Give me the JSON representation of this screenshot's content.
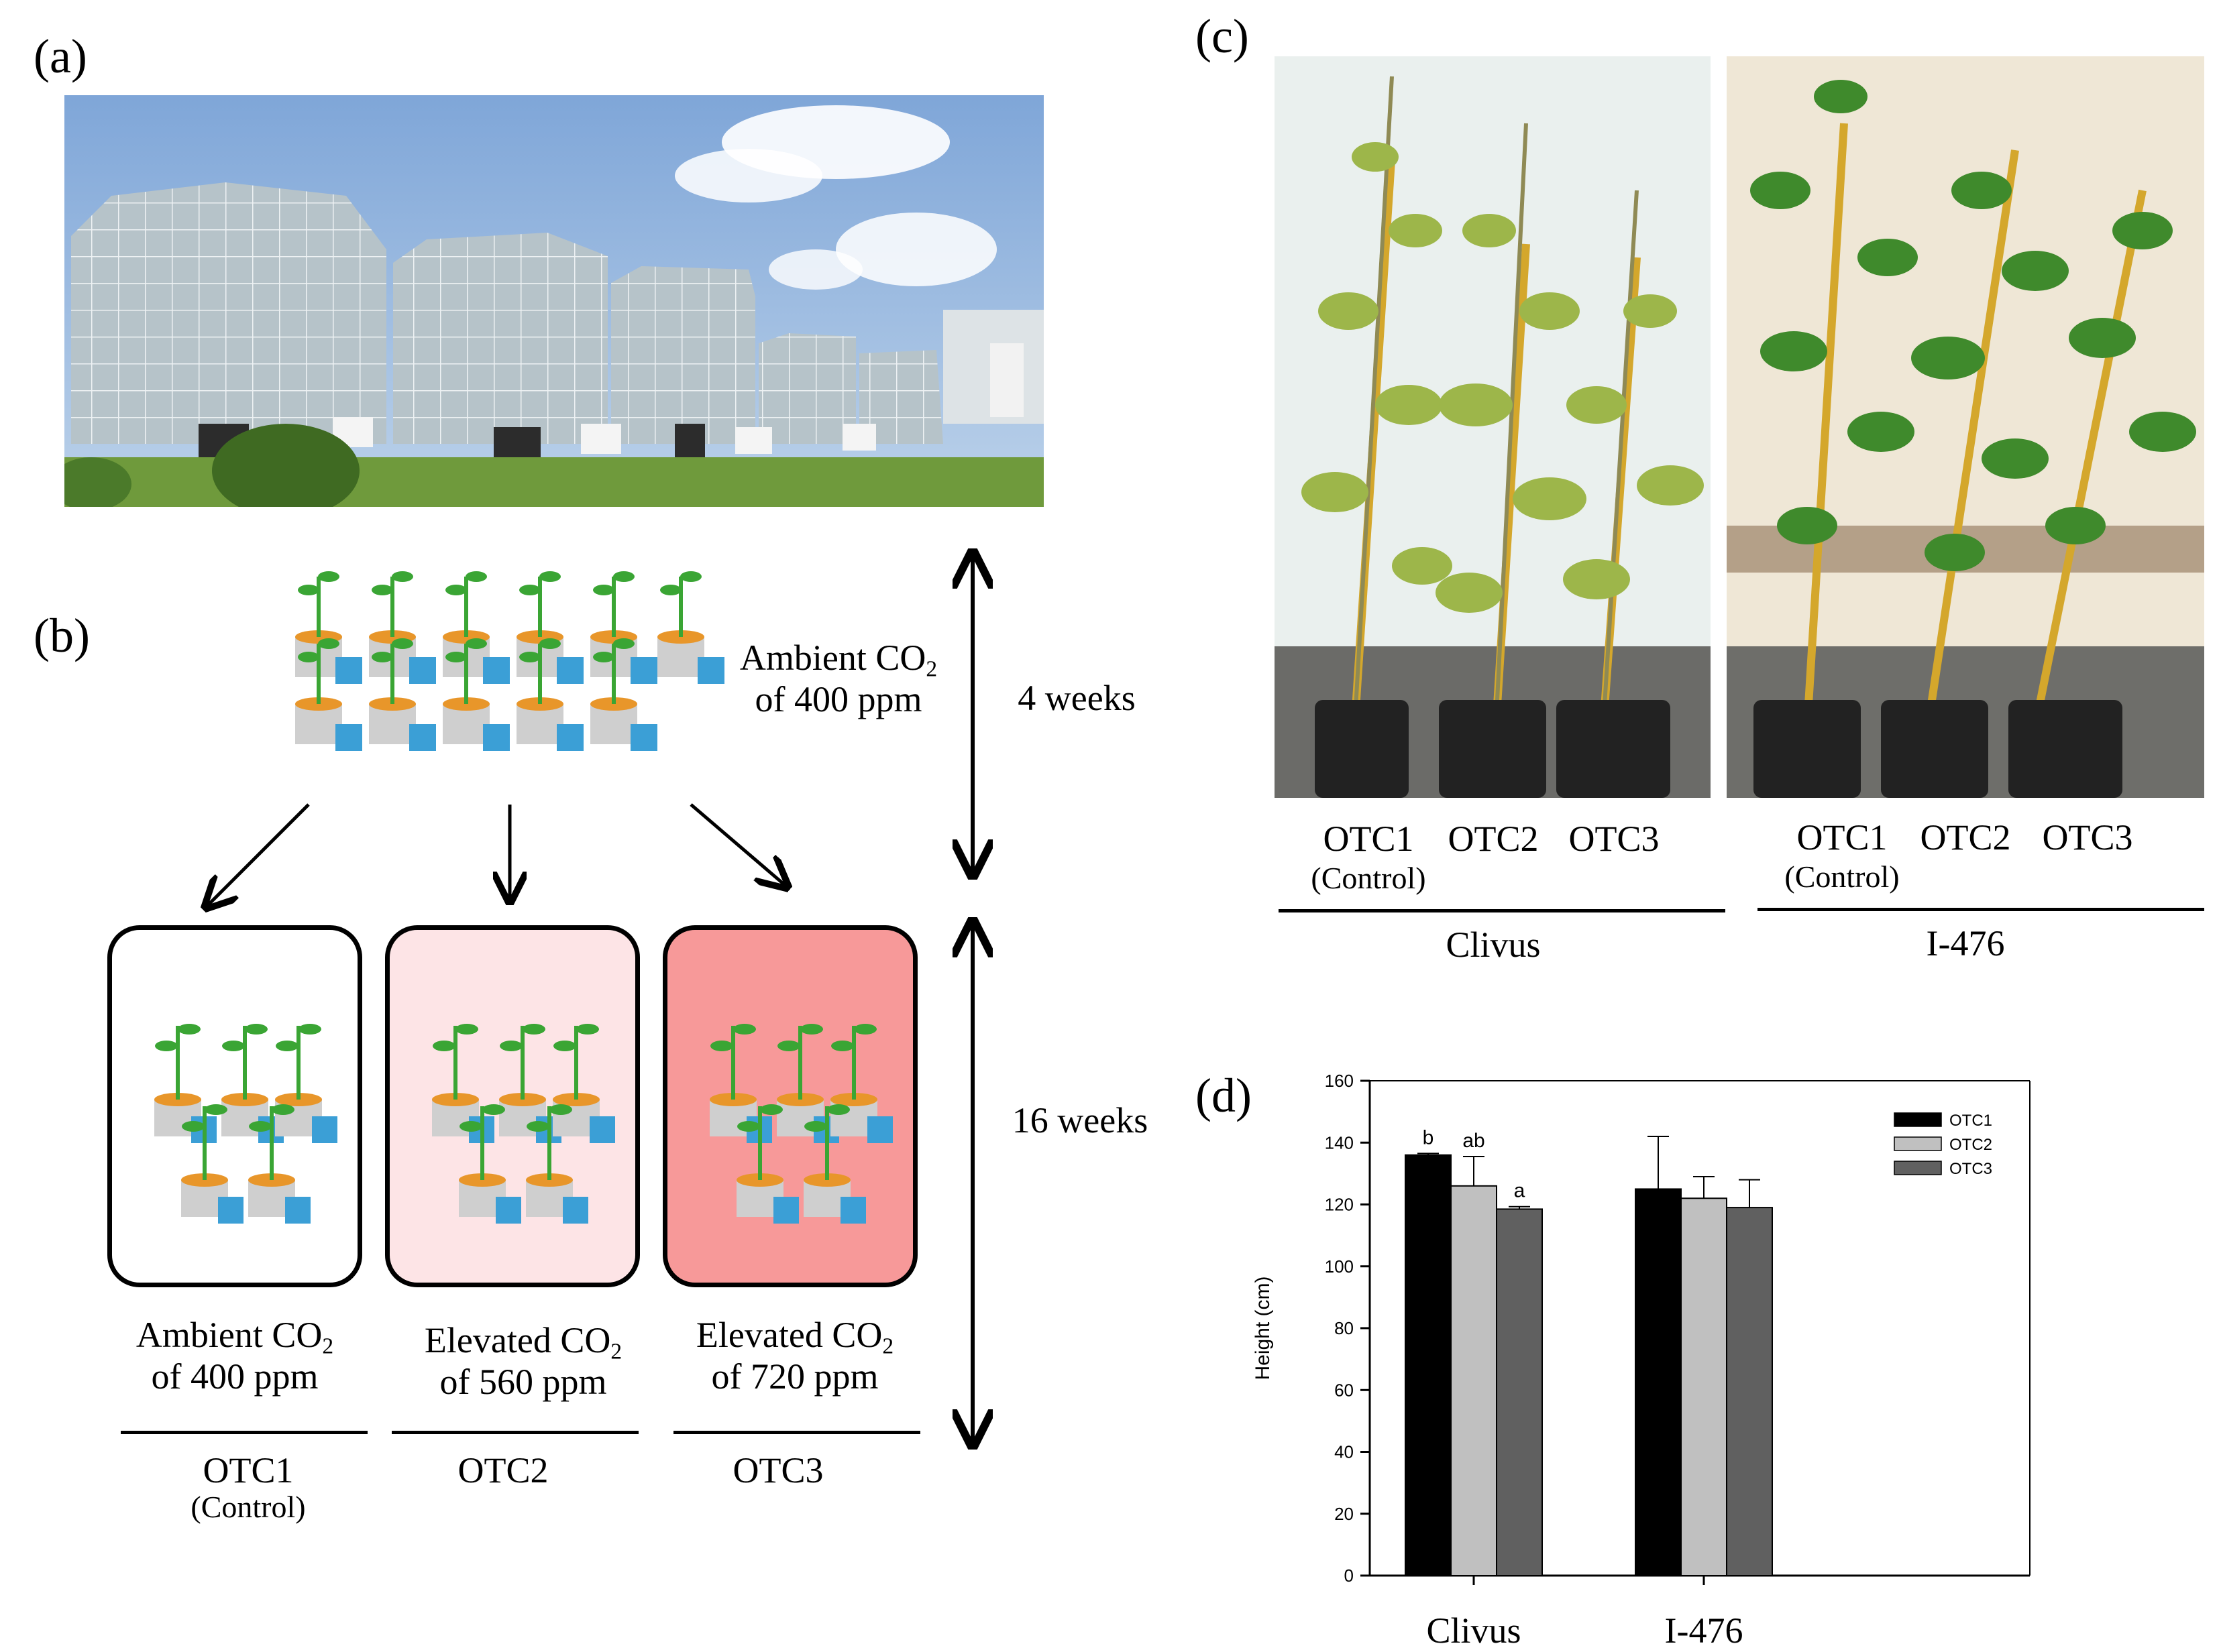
{
  "panels": {
    "a": "(a)",
    "b": "(b)",
    "c": "(c)",
    "d": "(d)"
  },
  "panel_b": {
    "ambient_top": {
      "line1_pre": "Ambient CO",
      "sub": "2",
      "line2": "of 400 ppm"
    },
    "duration_top": "4 weeks",
    "duration_bottom": "16 weeks",
    "chambers": [
      {
        "line1_pre": "Ambient CO",
        "sub": "2",
        "line2": "of 400 ppm",
        "name": "OTC1",
        "note": "(Control)",
        "fill": "#ffffff"
      },
      {
        "line1_pre": "Elevated CO",
        "sub": "2",
        "line2": "of 560 ppm",
        "name": "OTC2",
        "note": "",
        "fill": "#fde4e6"
      },
      {
        "line1_pre": "Elevated CO",
        "sub": "2",
        "line2": "of 720 ppm",
        "name": "OTC3",
        "note": "",
        "fill": "#f79999"
      }
    ]
  },
  "panel_c": {
    "groups": [
      {
        "name": "Clivus",
        "otcs": [
          "OTC1",
          "OTC2",
          "OTC3"
        ],
        "control_note": "(Control)"
      },
      {
        "name": "I-476",
        "otcs": [
          "OTC1",
          "OTC2",
          "OTC3"
        ],
        "control_note": "(Control)"
      }
    ]
  },
  "colors": {
    "sky": "#8fb2de",
    "greenhouse": "#b8c4c8",
    "grass": "#6f9a3c",
    "leaf": "#7aa03c",
    "leaf_dark": "#3f7a2a",
    "pot": "#222222",
    "plant_green": "#3aa534",
    "pot_orange": "#e8962a",
    "pot_blue": "#3b9fd6",
    "otc1": "#000000",
    "otc2": "#c0c0c0",
    "otc3": "#606060"
  },
  "chart_data": {
    "type": "bar",
    "title": "",
    "xlabel": "",
    "ylabel": "Height (cm)",
    "categories": [
      "Clivus",
      "I-476"
    ],
    "ylim": [
      0,
      160
    ],
    "yticks": [
      0,
      20,
      40,
      60,
      80,
      100,
      120,
      140,
      160
    ],
    "legend_position": "top-right",
    "series": [
      {
        "name": "OTC1",
        "values": [
          136,
          125
        ],
        "errors": [
          0.5,
          17
        ],
        "labels": [
          "b",
          ""
        ],
        "color": "#000000"
      },
      {
        "name": "OTC2",
        "values": [
          126,
          122
        ],
        "errors": [
          9.5,
          7
        ],
        "labels": [
          "ab",
          ""
        ],
        "color": "#c0c0c0"
      },
      {
        "name": "OTC3",
        "values": [
          118.5,
          119
        ],
        "errors": [
          0.8,
          9
        ],
        "labels": [
          "a",
          ""
        ],
        "color": "#606060"
      }
    ]
  }
}
